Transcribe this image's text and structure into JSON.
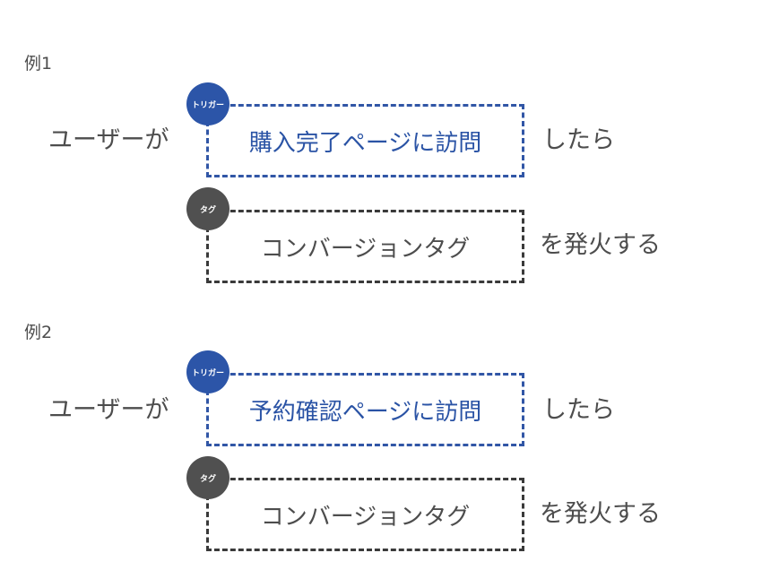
{
  "examples": [
    {
      "label": "例1",
      "subject": "ユーザーが",
      "trigger_badge": "トリガー",
      "trigger_text": "購入完了ページに訪問",
      "trigger_suffix": "したら",
      "tag_badge": "タグ",
      "tag_text": "コンバージョンタグ",
      "tag_suffix": "を発火する"
    },
    {
      "label": "例2",
      "subject": "ユーザーが",
      "trigger_badge": "トリガー",
      "trigger_text": "予約確認ページに訪問",
      "trigger_suffix": "したら",
      "tag_badge": "タグ",
      "tag_text": "コンバージョンタグ",
      "tag_suffix": "を発火する"
    }
  ],
  "colors": {
    "trigger": "#2c55a8",
    "tag": "#505050",
    "text": "#4d4d4d"
  }
}
